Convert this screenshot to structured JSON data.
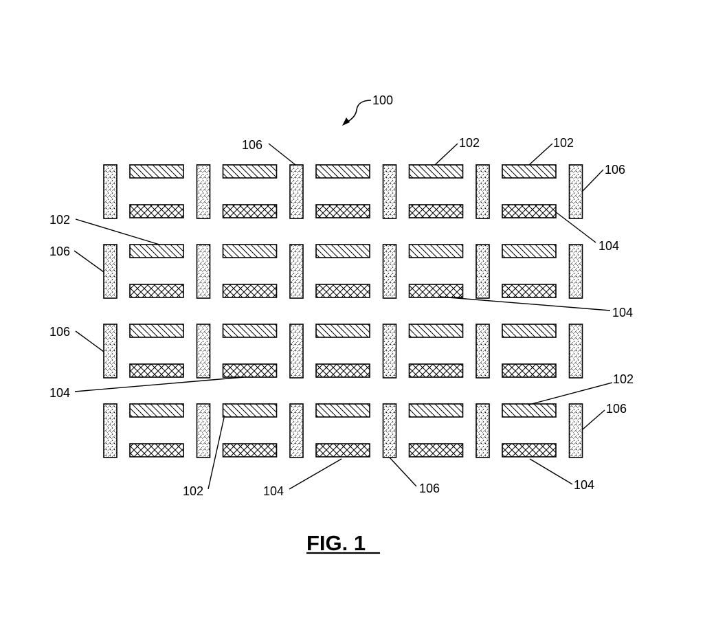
{
  "figure": {
    "title": "FIG. 1",
    "reference_numeral": "100"
  },
  "grid": {
    "rows": 4,
    "columns": 5,
    "elements": {
      "top_bar": "102",
      "bottom_bar": "104",
      "vertical_bar": "106"
    }
  },
  "labels": [
    {
      "id": "lbl-106-a",
      "text": "106"
    },
    {
      "id": "lbl-102-a",
      "text": "102"
    },
    {
      "id": "lbl-102-b",
      "text": "102"
    },
    {
      "id": "lbl-106-b",
      "text": "106"
    },
    {
      "id": "lbl-102-c",
      "text": "102"
    },
    {
      "id": "lbl-106-c",
      "text": "106"
    },
    {
      "id": "lbl-104-a",
      "text": "104"
    },
    {
      "id": "lbl-104-b",
      "text": "104"
    },
    {
      "id": "lbl-106-d",
      "text": "106"
    },
    {
      "id": "lbl-104-c",
      "text": "104"
    },
    {
      "id": "lbl-102-d",
      "text": "102"
    },
    {
      "id": "lbl-106-e",
      "text": "106"
    },
    {
      "id": "lbl-102-e",
      "text": "102"
    },
    {
      "id": "lbl-104-d",
      "text": "104"
    },
    {
      "id": "lbl-106-f",
      "text": "106"
    },
    {
      "id": "lbl-104-e",
      "text": "104"
    }
  ]
}
